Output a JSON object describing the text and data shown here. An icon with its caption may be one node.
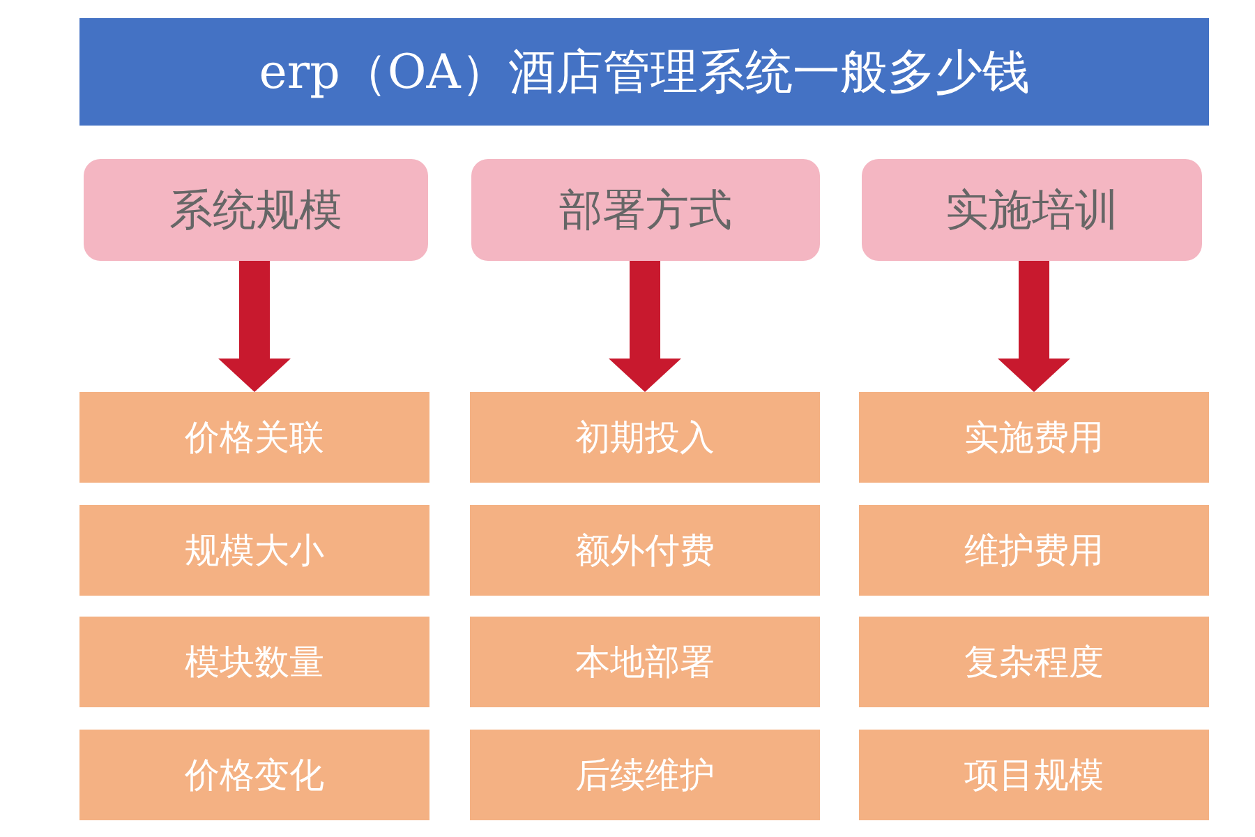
{
  "diagram": {
    "title": "erp（OA）酒店管理系统一般多少钱",
    "nodes": [
      {
        "text": [
          "系统规模"
        ]
      },
      {
        "text": [
          "部署方式"
        ]
      },
      {
        "text": [
          "实施培训"
        ]
      },
      {
        "text": [
          "价格关联"
        ]
      },
      {
        "text": [
          "初期投入"
        ]
      },
      {
        "text": [
          "实施费用"
        ]
      },
      {
        "text": [
          "规模大小"
        ]
      },
      {
        "text": [
          "额外付费"
        ]
      },
      {
        "text": [
          "维护费用"
        ]
      },
      {
        "text": [
          "模块数量"
        ]
      },
      {
        "text": [
          "本地部署"
        ]
      },
      {
        "text": [
          "复杂程度"
        ]
      },
      {
        "text": [
          "价格变化"
        ]
      },
      {
        "text": [
          "后续维护"
        ]
      },
      {
        "text": [
          "项目规模"
        ]
      }
    ],
    "edges": [
      {
        "from": 0,
        "to": 3,
        "arrow": "to"
      },
      {
        "from": 1,
        "to": 4,
        "arrow": "to"
      },
      {
        "from": 2,
        "to": 5,
        "arrow": "to"
      }
    ]
  }
}
